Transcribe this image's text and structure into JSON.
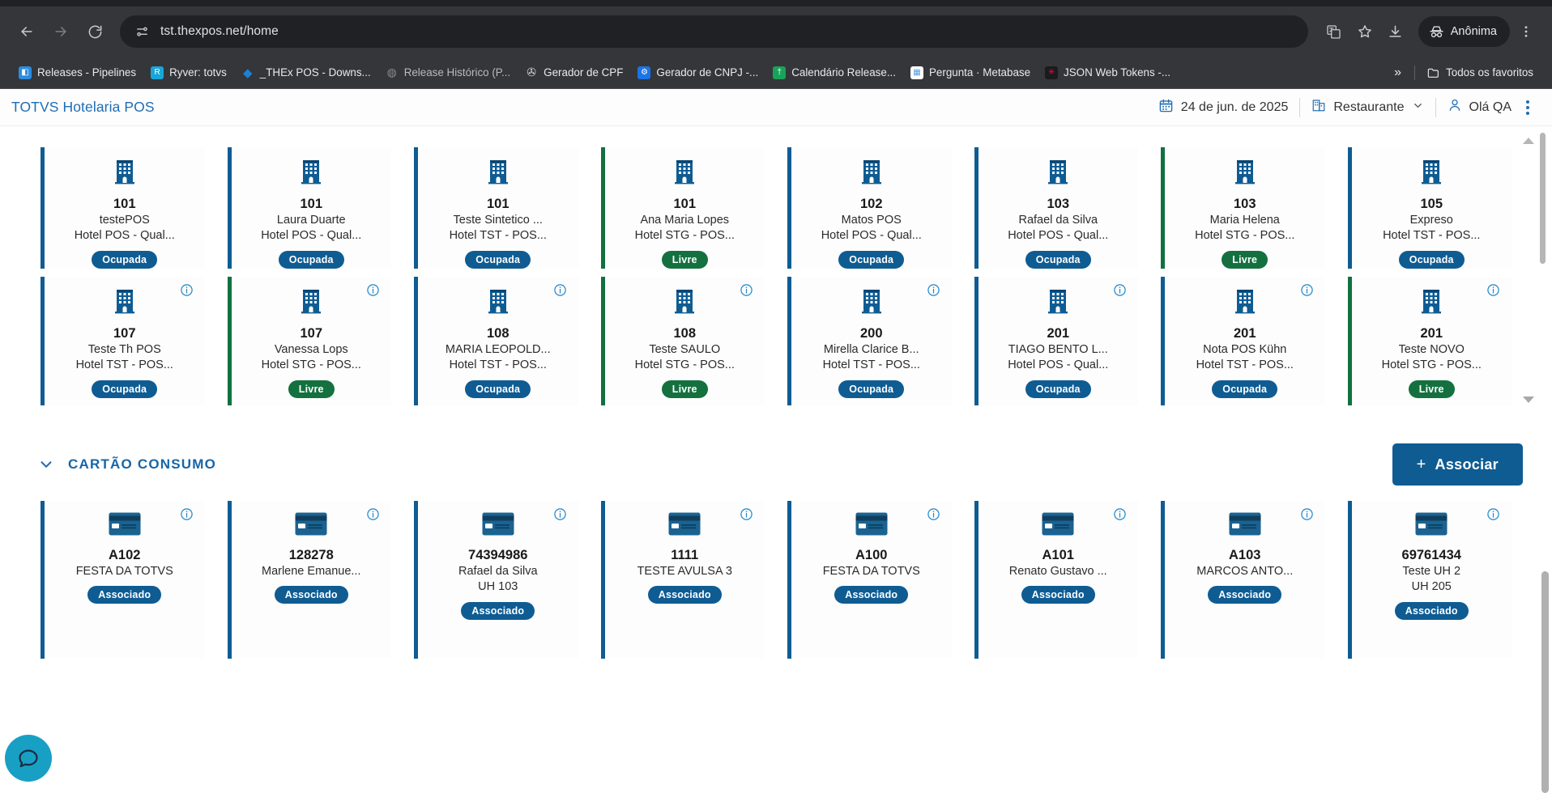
{
  "browser": {
    "nav": {
      "back": "back-arrow",
      "forward": "forward-arrow",
      "reload": "reload"
    },
    "url": "tst.thexpos.net/home",
    "incognito_label": "Anônima",
    "bookmarks": [
      {
        "label": "Releases - Pipelines",
        "icon": "azure-devops-icon",
        "color": "#2d8ce0",
        "glyph": "◧"
      },
      {
        "label": "Ryver: totvs",
        "icon": "ryver-icon",
        "color": "#19a5d8",
        "glyph": "R"
      },
      {
        "label": "_THEx POS - Downs...",
        "icon": "diamond-icon",
        "color": "#1e7fd4",
        "glyph": "◆"
      },
      {
        "label": "Release Histórico (P...",
        "icon": "globe-icon",
        "color": "#6b6b6b",
        "glyph": "◍"
      },
      {
        "label": "Gerador de CPF",
        "icon": "globe-icon",
        "color": "#9a9a9a",
        "glyph": "✇"
      },
      {
        "label": "Gerador de CNPJ -...",
        "icon": "gear-icon",
        "color": "#1a73e8",
        "glyph": "⚙"
      },
      {
        "label": "Calendário Release...",
        "icon": "calendar-icon",
        "color": "#19a35a",
        "glyph": "†"
      },
      {
        "label": "Pergunta · Metabase",
        "icon": "metabase-icon",
        "color": "#ffffff",
        "glyph": "▦"
      },
      {
        "label": "JSON Web Tokens -...",
        "icon": "jwt-icon",
        "color": "#1b1b1b",
        "glyph": "✳"
      }
    ],
    "overflow_label": "»",
    "all_bookmarks_label": "Todos os favoritos"
  },
  "appbar": {
    "title": "TOTVS Hotelaria POS",
    "date": "24 de jun. de 2025",
    "outlet": "Restaurante",
    "greeting": "Olá QA"
  },
  "uh_cards": [
    {
      "code": "101",
      "guest": "testePOS",
      "hotel": "Hotel POS - Qual...",
      "status": "Ocupada",
      "state": "occupied",
      "info": false
    },
    {
      "code": "101",
      "guest": "Laura Duarte",
      "hotel": "Hotel POS - Qual...",
      "status": "Ocupada",
      "state": "occupied",
      "info": false
    },
    {
      "code": "101",
      "guest": "Teste Sintetico ...",
      "hotel": "Hotel TST - POS...",
      "status": "Ocupada",
      "state": "occupied",
      "info": false
    },
    {
      "code": "101",
      "guest": "Ana Maria Lopes",
      "hotel": "Hotel STG - POS...",
      "status": "Livre",
      "state": "free",
      "info": false
    },
    {
      "code": "102",
      "guest": "Matos POS",
      "hotel": "Hotel POS - Qual...",
      "status": "Ocupada",
      "state": "occupied",
      "info": false
    },
    {
      "code": "103",
      "guest": "Rafael da Silva",
      "hotel": "Hotel POS - Qual...",
      "status": "Ocupada",
      "state": "occupied",
      "info": false
    },
    {
      "code": "103",
      "guest": "Maria Helena",
      "hotel": "Hotel STG - POS...",
      "status": "Livre",
      "state": "free",
      "info": false
    },
    {
      "code": "105",
      "guest": "Expreso",
      "hotel": "Hotel TST - POS...",
      "status": "Ocupada",
      "state": "occupied",
      "info": false
    },
    {
      "code": "107",
      "guest": "Teste Th POS",
      "hotel": "Hotel TST - POS...",
      "status": "Ocupada",
      "state": "occupied",
      "info": true
    },
    {
      "code": "107",
      "guest": "Vanessa Lops",
      "hotel": "Hotel STG - POS...",
      "status": "Livre",
      "state": "free",
      "info": true
    },
    {
      "code": "108",
      "guest": "MARIA LEOPOLD...",
      "hotel": "Hotel TST - POS...",
      "status": "Ocupada",
      "state": "occupied",
      "info": true
    },
    {
      "code": "108",
      "guest": "Teste SAULO",
      "hotel": "Hotel STG - POS...",
      "status": "Livre",
      "state": "free",
      "info": true
    },
    {
      "code": "200",
      "guest": "Mirella Clarice B...",
      "hotel": "Hotel TST - POS...",
      "status": "Ocupada",
      "state": "occupied",
      "info": true
    },
    {
      "code": "201",
      "guest": "TIAGO BENTO L...",
      "hotel": "Hotel POS - Qual...",
      "status": "Ocupada",
      "state": "occupied",
      "info": true
    },
    {
      "code": "201",
      "guest": "Nota POS Kühn",
      "hotel": "Hotel TST - POS...",
      "status": "Ocupada",
      "state": "occupied",
      "info": true
    },
    {
      "code": "201",
      "guest": "Teste NOVO",
      "hotel": "Hotel STG - POS...",
      "status": "Livre",
      "state": "free",
      "info": true
    }
  ],
  "uh_peek_states": [
    "occupied",
    "free",
    "occupied",
    "free",
    "occupied",
    "occupied",
    "occupied",
    "occupied"
  ],
  "consumo_section": {
    "title": "CARTÃO CONSUMO",
    "associate_label": "Associar",
    "plus": "+"
  },
  "consumo_cards": [
    {
      "code": "A102",
      "line1": "FESTA DA TOTVS",
      "line2": "",
      "status": "Associado"
    },
    {
      "code": "128278",
      "line1": "Marlene Emanue...",
      "line2": "",
      "status": "Associado"
    },
    {
      "code": "74394986",
      "line1": "Rafael da Silva",
      "line2": "UH 103",
      "status": "Associado"
    },
    {
      "code": "1111",
      "line1": "TESTE AVULSA 3",
      "line2": "",
      "status": "Associado"
    },
    {
      "code": "A100",
      "line1": "FESTA DA TOTVS",
      "line2": "",
      "status": "Associado"
    },
    {
      "code": "A101",
      "line1": "Renato Gustavo ...",
      "line2": "",
      "status": "Associado"
    },
    {
      "code": "A103",
      "line1": "MARCOS ANTO...",
      "line2": "",
      "status": "Associado"
    },
    {
      "code": "69761434",
      "line1": "Teste UH 2",
      "line2": "UH 205",
      "status": "Associado"
    }
  ],
  "colors": {
    "brand_blue": "#0f5c93",
    "title_blue": "#1f6db3",
    "free_green": "#14713f",
    "chat_cyan": "#18a0c4"
  }
}
